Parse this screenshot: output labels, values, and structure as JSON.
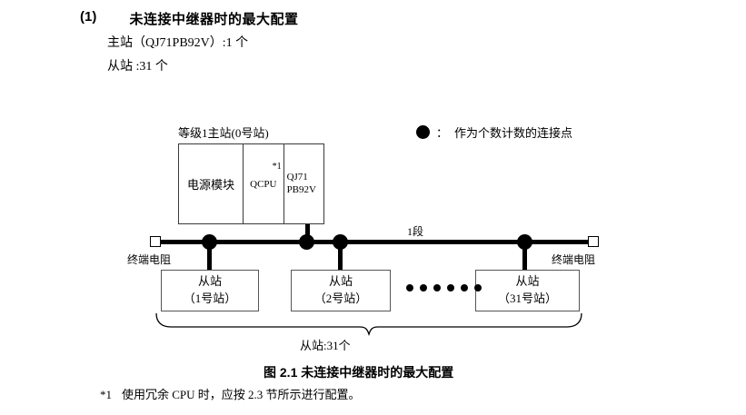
{
  "heading": {
    "number": "(1)",
    "title": "未连接中继器时的最大配置",
    "spec_master": "主站（QJ71PB92V）:1 个",
    "spec_slave": "从站 :31 个"
  },
  "legend": {
    "marker": "filled-circle",
    "colon": "：",
    "text": "作为个数计数的连接点"
  },
  "diagram": {
    "master": {
      "label": "等级1主站(0号站)",
      "cells": [
        {
          "name": "power-module",
          "text": "电源模块"
        },
        {
          "name": "qcpu",
          "text": "QCPU",
          "note": "*1"
        },
        {
          "name": "pb92v",
          "line1": "QJ71",
          "line2": "PB92V"
        }
      ]
    },
    "bus": {
      "segment_label": "1段",
      "terminator_left": "终端电阻",
      "terminator_right": "终端电阻"
    },
    "slaves": [
      {
        "title": "从站",
        "subtitle": "（1号站）"
      },
      {
        "title": "从站",
        "subtitle": "（2号站）"
      },
      {
        "title": "从站",
        "subtitle": "（31号站）"
      }
    ],
    "ellipsis_dots": 6,
    "brace_label": "从站:31个"
  },
  "caption": "图 2.1  未连接中继器时的最大配置",
  "footnote": {
    "mark": "*1",
    "text": "使用冗余 CPU 时，应按 2.3 节所示进行配置。"
  },
  "colors": {
    "ink": "#000000",
    "box_stroke": "#3a3a3a",
    "slave_stroke": "#555555",
    "background": "#ffffff"
  }
}
